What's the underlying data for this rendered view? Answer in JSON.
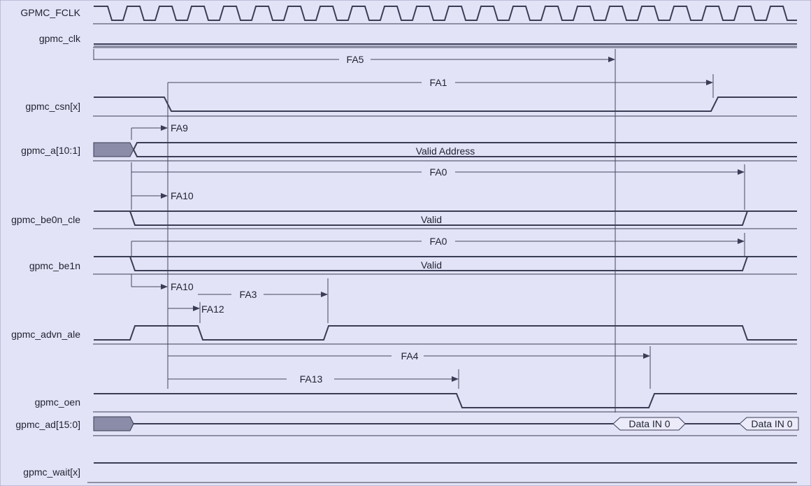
{
  "signals": {
    "fclk": "GPMC_FCLK",
    "clk": "gpmc_clk",
    "csn": "gpmc_csn[x]",
    "a": "gpmc_a[10:1]",
    "be0n": "gpmc_be0n_cle",
    "be1n": "gpmc_be1n",
    "advn": "gpmc_advn_ale",
    "oen": "gpmc_oen",
    "ad": "gpmc_ad[15:0]",
    "wait": "gpmc_wait[x]"
  },
  "bus_values": {
    "address": "Valid Address",
    "be0": "Valid",
    "be1": "Valid",
    "data_in_1": "Data IN 0",
    "data_in_2": "Data IN 0"
  },
  "timing_params": {
    "fa5": "FA5",
    "fa1": "FA1",
    "fa9": "FA9",
    "fa0_a": "FA0",
    "fa10_a": "FA10",
    "fa0_b": "FA0",
    "fa10_b": "FA10",
    "fa3": "FA3",
    "fa12": "FA12",
    "fa4": "FA4",
    "fa13": "FA13"
  }
}
